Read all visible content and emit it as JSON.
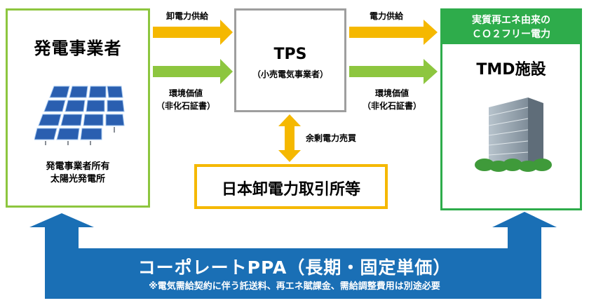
{
  "generator": {
    "title": "発電事業者",
    "note_line1": "発電事業者所有",
    "note_line2": "太陽光発電所"
  },
  "tps": {
    "title": "TPS",
    "subtitle": "（小売電気事業者）"
  },
  "jepx": {
    "title": "日本卸電力取引所等"
  },
  "tmd": {
    "header_line1": "実質再エネ由来の",
    "header_line2": "ＣＯ２フリー電力",
    "title": "TMD施設"
  },
  "flows": {
    "wholesale": "卸電力供給",
    "env_left_line1": "環境価値",
    "env_left_line2": "（非化石証書）",
    "supply": "電力供給",
    "env_right_line1": "環境価値",
    "env_right_line2": "（非化石証書）",
    "surplus": "余剰電力売買"
  },
  "ppa": {
    "title": "コーポレートPPA（長期・固定単価）",
    "note": "※電気需給契約に伴う託送料、再エネ賦課金、需給調整費用は別途必要"
  },
  "colors": {
    "orange_arrow": "#f5b800",
    "green_arrow": "#8dc63f",
    "blue_arrow": "#1a6fb5",
    "generator_border": "#8dc63f",
    "tmd_green": "#2eac4b",
    "tps_border": "#9e9e9e"
  }
}
